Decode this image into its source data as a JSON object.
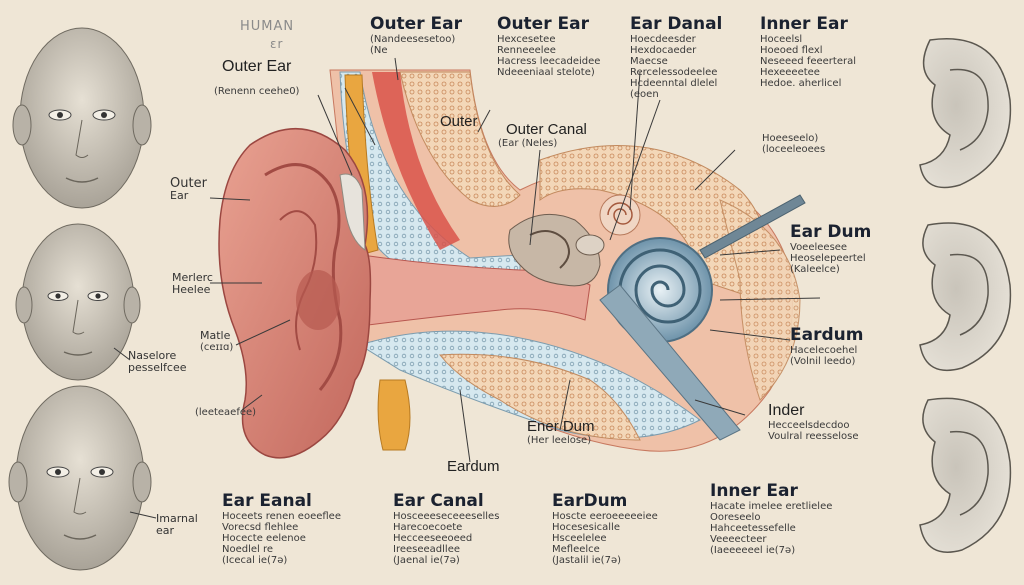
{
  "title": {
    "line1": "HUMAN",
    "line2": "ɛr"
  },
  "top_labels": [
    {
      "heading": "Outer Ear",
      "lines": [
        "(Nandeesesetoo)",
        "(Ne"
      ]
    },
    {
      "heading": "Outer Ear",
      "lines": [
        "Hexcesetee",
        "Renneeelee",
        "Hacress leecadeidee",
        "Ndeeeniaal stelote)"
      ]
    },
    {
      "heading": "Ear Danal",
      "lines": [
        "Hoecdeesder",
        "Hexdocaeder",
        "Maecse",
        "Rercelessodeelee",
        "Hcdeenntal dlelel",
        "(eoen"
      ]
    },
    {
      "heading": "Inner Ear",
      "lines": [
        "Hoceelsl",
        "Hoeoed flexl",
        "Neseeed feeerteral",
        "Hexeeeetee",
        "Hedoe. aherlicel"
      ]
    }
  ],
  "side_labels": {
    "outer_ear_left": {
      "heading": "Outer Ear",
      "sub": "(Renenn ceehe0)"
    },
    "outer_ear_small": {
      "line1": "Outer",
      "line2": "Ear"
    },
    "merlerc": {
      "line1": "Merlerc",
      "line2": "Heelee"
    },
    "matle": {
      "line1": "Matle",
      "line2": "(ceɪɪɑ)"
    },
    "narlefe": {
      "line1": "Naselore",
      "line2": "pesselfcee"
    },
    "basale": "(leeteaefee)",
    "imarnal": {
      "line1": "Imarnal",
      "line2": "ear"
    },
    "outer_mid": "Outer",
    "outer_canal": {
      "heading": "Outer Canal",
      "sub": "(Ear (Neles)"
    },
    "vessel": {
      "line1": "Hoeeseelo)",
      "line2": "(loceeleoees"
    },
    "ener_dum": {
      "heading": "Ener Dum",
      "sub": "(Her leelose)"
    },
    "eardum_mid": "Eardum",
    "ear_dum_right": {
      "heading": "Ear Dum",
      "lines": [
        "Voeeleesee",
        "Heoselepeertel",
        "(Kaleelce)"
      ]
    },
    "eardum_right": {
      "heading": "Eardum",
      "lines": [
        "Hacelecoehel",
        "(Volnil leedo)"
      ]
    },
    "inder": {
      "heading": "Inder",
      "lines": [
        "Hecceelsdecdoo",
        "Voulral reesselose"
      ]
    }
  },
  "bottom_labels": [
    {
      "heading": "Ear Eanal",
      "lines": [
        "Hoceets renen eoeeflee",
        "Vorecsd flehlee",
        "Hocecte eelenoe",
        "Noedlel re",
        "(Icecal ie(7ə)"
      ]
    },
    {
      "heading": "Ear Canal",
      "lines": [
        "Hosceeeseceeeselles",
        "Harecoecoete",
        "Hecceeseeoeed",
        "Ireeseeadllee",
        "(Jaenal ie(7ə)"
      ]
    },
    {
      "heading": "EarDum",
      "lines": [
        "Hoscte eeroeeeeeiee",
        "Hocesesicalle",
        "Hsceelelee",
        "Mefleelce",
        "(Jastalil ie(7ə)"
      ]
    },
    {
      "heading": "Inner Ear",
      "lines": [
        "Hacate imelee eretlielee",
        "Ooreseelo",
        "Hahceetessefelle",
        "Veeeecteer",
        "(Iaeeeeeel ie(7ə)"
      ]
    }
  ],
  "colors": {
    "background": "#efe6d6",
    "skin": "#d98578",
    "skin_dark": "#b8574f",
    "bone": "#f2d2a0",
    "cartilage": "#e9a640",
    "canal_blue": "#b9dbe8",
    "cochlea": "#7fa6bd",
    "nerve": "#8fa9b8"
  }
}
